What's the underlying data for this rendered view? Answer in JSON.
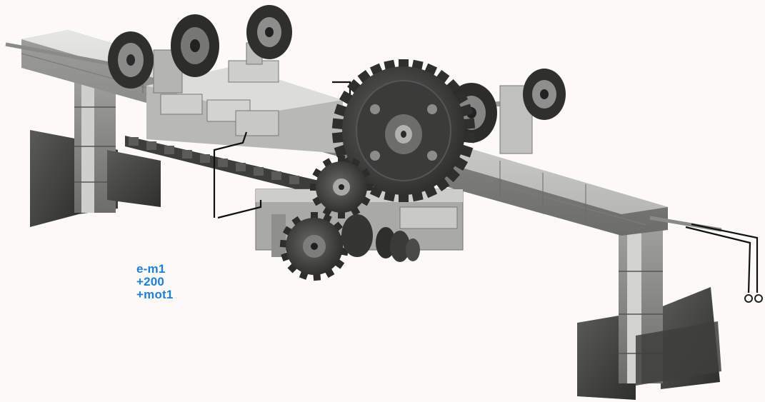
{
  "caption": {
    "lines": [
      "e-m1",
      "+200",
      "+mot1"
    ]
  },
  "colors": {
    "background": "#fbfaf6",
    "caption": "#1f7fd4",
    "metal_light": "#d9d9d6",
    "metal_mid": "#9d9d9b",
    "metal_dark": "#4a4a4a",
    "gear": "#3a3a3a",
    "wire": "#111111"
  }
}
